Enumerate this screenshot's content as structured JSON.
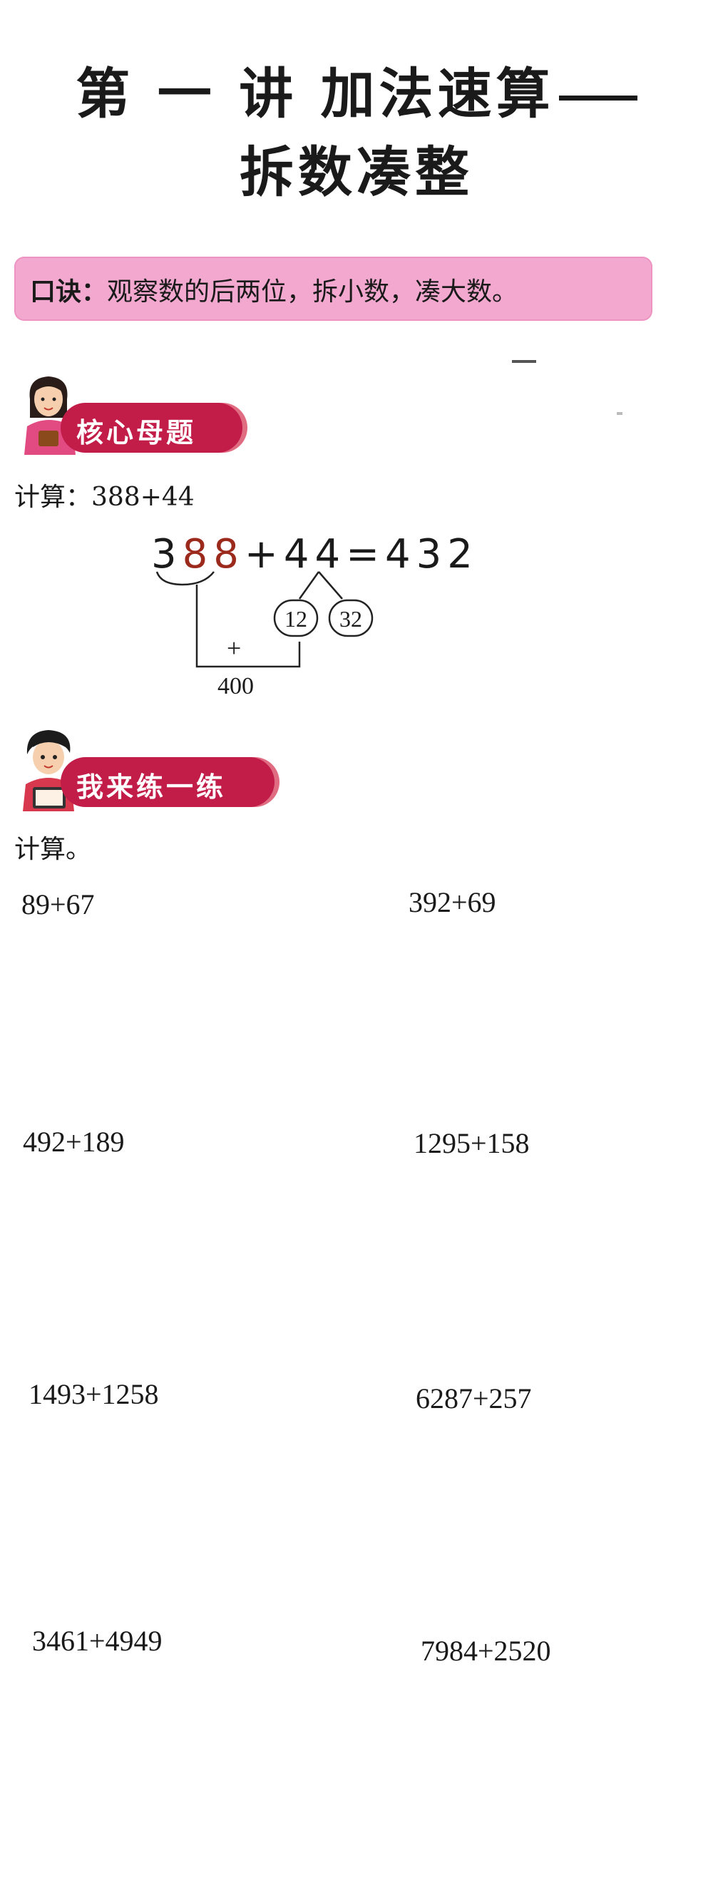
{
  "title": {
    "line1": "第 一 讲  加法速算",
    "line2": "拆数凑整"
  },
  "mnemonic": {
    "label": "口诀：",
    "text": "观察数的后两位，拆小数，凑大数。"
  },
  "section_core": {
    "label": "核心母题"
  },
  "example": {
    "prompt": "计算：388+44",
    "eq_prefix": "3",
    "eq_red": "88",
    "eq_rest": "+44=432",
    "split_a": "12",
    "split_b": "32",
    "plus": "+",
    "sum": "400"
  },
  "section_practice": {
    "label": "我来练一练"
  },
  "practice": {
    "prompt": "计算。",
    "problems": [
      "89+67",
      "392+69",
      "492+189",
      "1295+158",
      "1493+1258",
      "6287+257",
      "3461+4949",
      "7984+2520"
    ]
  }
}
